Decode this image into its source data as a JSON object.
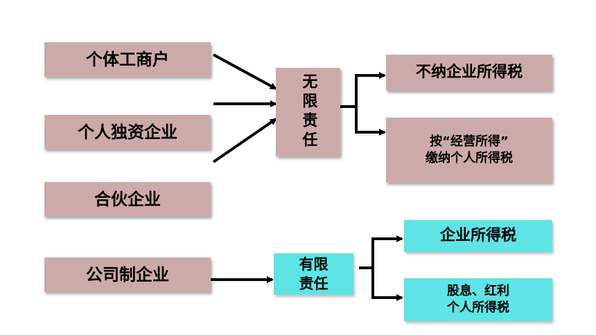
{
  "left_boxes": {
    "individual_business": "个体工商户",
    "sole_proprietorship": "个人独资企业",
    "partnership": "合伙企业",
    "company": "公司制企业"
  },
  "liability": {
    "unlimited": "无限责任",
    "limited_line1": "有限",
    "limited_line2": "责任"
  },
  "outcomes": {
    "no_corporate_tax": "不纳企业所得税",
    "business_income_line1": "按“经营所得”",
    "business_income_line2": "缴纳个人所得税",
    "corporate_tax": "企业所得税",
    "dividend_line1": "股息、红利",
    "dividend_line2": "个人所得税"
  },
  "colors": {
    "pink_box": "#cdaaaa",
    "cyan_box": "#5ee4e4",
    "arrow": "#000000"
  }
}
